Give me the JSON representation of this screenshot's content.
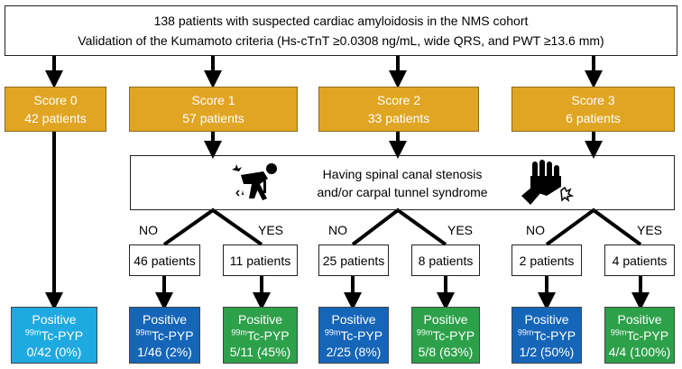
{
  "header": {
    "line1": "138 patients with suspected cardiac amyloidosis in the NMS cohort",
    "line2": "Validation of the Kumamoto criteria (Hs-cTnT ≥0.0308 ng/mL, wide QRS, and PWT ≥13.6 mm)"
  },
  "scores": [
    {
      "label": "Score 0",
      "patients": "42 patients"
    },
    {
      "label": "Score 1",
      "patients": "57 patients"
    },
    {
      "label": "Score 2",
      "patients": "33 patients"
    },
    {
      "label": "Score 3",
      "patients": "6 patients"
    }
  ],
  "condition": {
    "line1": "Having spinal canal stenosis",
    "line2": "and/or carpal tunnel syndrome",
    "icons": [
      "back-pain-person-icon",
      "wrist-pain-hand-icon"
    ]
  },
  "branches": {
    "no": "NO",
    "yes": "YES"
  },
  "counts": [
    "46 patients",
    "11 patients",
    "25 patients",
    "8 patients",
    "2 patients",
    "4 patients"
  ],
  "results": [
    {
      "title": "Positive",
      "isotope": "99m",
      "tracer": "Tc-PYP",
      "value": "0/42 (0%)"
    },
    {
      "title": "Positive",
      "isotope": "99m",
      "tracer": "Tc-PYP",
      "value": "1/46 (2%)"
    },
    {
      "title": "Positive",
      "isotope": "99m",
      "tracer": "Tc-PYP",
      "value": "5/11 (45%)"
    },
    {
      "title": "Positive",
      "isotope": "99m",
      "tracer": "Tc-PYP",
      "value": "2/25 (8%)"
    },
    {
      "title": "Positive",
      "isotope": "99m",
      "tracer": "Tc-PYP",
      "value": "5/8 (63%)"
    },
    {
      "title": "Positive",
      "isotope": "99m",
      "tracer": "Tc-PYP",
      "value": "1/2 (50%)"
    },
    {
      "title": "Positive",
      "isotope": "99m",
      "tracer": "Tc-PYP",
      "value": "4/4 (100%)"
    }
  ],
  "colors": {
    "score": "#e0a522",
    "score0_result": "#1fa9e1",
    "no_result": "#1565b9",
    "yes_result": "#2da14a"
  }
}
